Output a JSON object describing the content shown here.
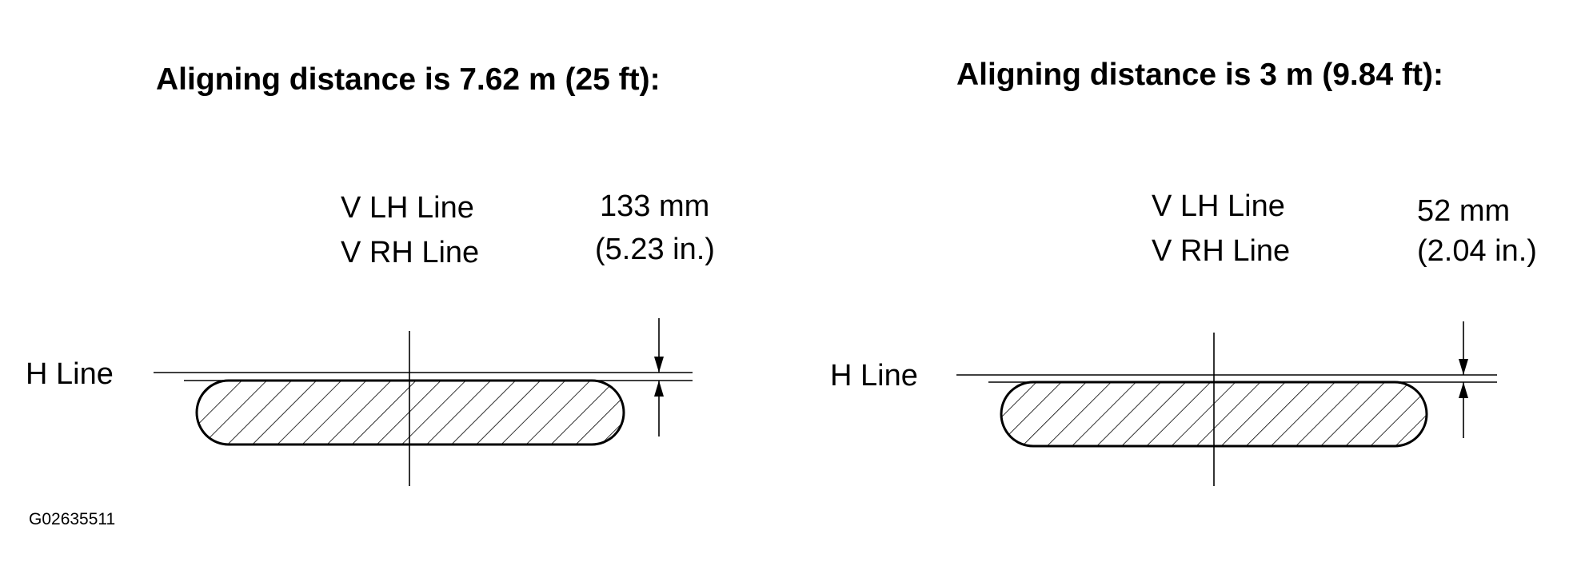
{
  "figure_id": "G02635511",
  "panels": [
    {
      "title": "Aligning distance is 7.62 m (25 ft):",
      "v_lh_line": "V LH Line",
      "v_rh_line": "V RH Line",
      "offset_mm": "133 mm",
      "offset_in": "(5.23 in.)",
      "h_line": "H Line"
    },
    {
      "title": "Aligning distance is 3 m (9.84 ft):",
      "v_lh_line": "V LH Line",
      "v_rh_line": "V RH Line",
      "offset_mm": "52 mm",
      "offset_in": "(2.04 in.)",
      "h_line": "H Line"
    }
  ]
}
